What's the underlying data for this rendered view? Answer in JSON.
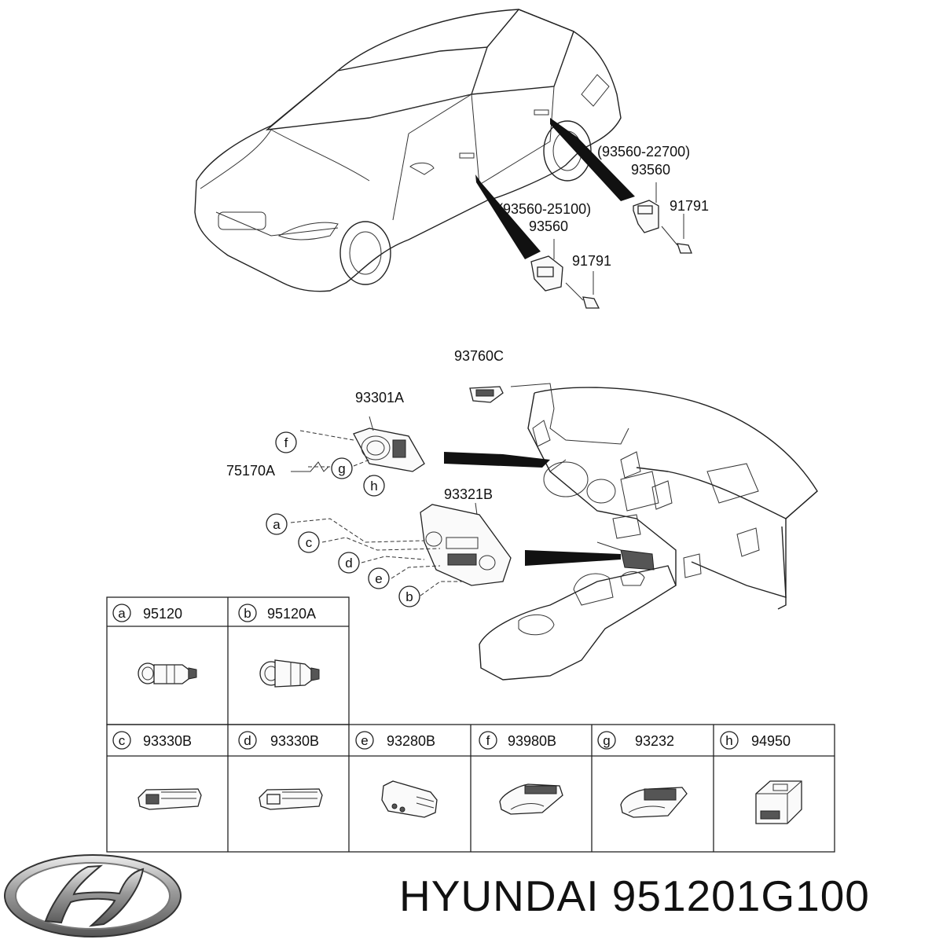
{
  "car_callouts": {
    "rear_alt": "(93560-22700)",
    "rear_part": "93560",
    "rear_screw": "91791",
    "front_alt": "(93560-25100)",
    "front_part": "93560",
    "front_screw": "91791"
  },
  "dash_callouts": {
    "vent_part": "93760C",
    "cluster_switch": "93301A",
    "sub_part": "75170A",
    "center_switch": "93321B",
    "letters": [
      "f",
      "g",
      "h",
      "a",
      "c",
      "d",
      "e",
      "b"
    ]
  },
  "parts_table": {
    "top_row": [
      {
        "letter": "a",
        "part": "95120"
      },
      {
        "letter": "b",
        "part": "95120A"
      }
    ],
    "bottom_row": [
      {
        "letter": "c",
        "part": "93330B"
      },
      {
        "letter": "d",
        "part": "93330B"
      },
      {
        "letter": "e",
        "part": "93280B"
      },
      {
        "letter": "f",
        "part": "93980B"
      },
      {
        "letter": "g",
        "part": "93232"
      },
      {
        "letter": "h",
        "part": "94950"
      }
    ]
  },
  "brand": {
    "logo": "hyundai-logo",
    "caption": "HYUNDAI 951201G100"
  }
}
